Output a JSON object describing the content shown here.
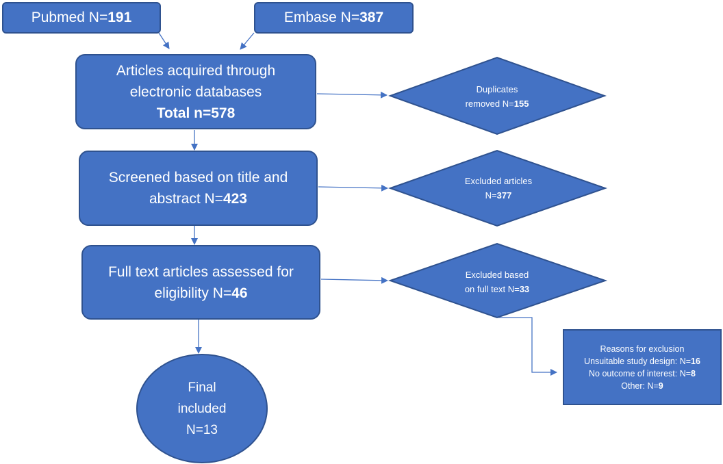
{
  "colors": {
    "fill": "#4472c4",
    "border": "#2f528f",
    "arrow": "#4472c4",
    "text": "#ffffff"
  },
  "sources": {
    "pubmed": {
      "label": "Pubmed N=",
      "count": "191"
    },
    "embase": {
      "label": "Embase N=",
      "count": "387"
    }
  },
  "acquired": {
    "line1": "Articles acquired through",
    "line2": "electronic databases",
    "total": "Total n=578"
  },
  "duplicates": {
    "line1": "Duplicates",
    "line2_prefix": "removed N=",
    "count": "155"
  },
  "screened": {
    "line1": "Screened based on title and",
    "line2_prefix": "abstract N=",
    "count": "423"
  },
  "excluded_screen": {
    "line1": "Excluded articles",
    "line2_prefix": "N=",
    "count": "377"
  },
  "fulltext": {
    "line1": "Full text articles assessed for",
    "line2_prefix": "eligibility N=",
    "count": "46"
  },
  "excluded_fulltext": {
    "line1": "Excluded based",
    "line2_prefix": "on full text N=",
    "count": "33"
  },
  "reasons": {
    "title": "Reasons for exclusion",
    "items": [
      {
        "label": "Unsuitable study design: N=",
        "count": "16"
      },
      {
        "label": "No outcome of interest: N=",
        "count": "8"
      },
      {
        "label": "Other: N=",
        "count": "9"
      }
    ]
  },
  "final": {
    "line1": "Final",
    "line2": "included",
    "line3": "N=13"
  }
}
